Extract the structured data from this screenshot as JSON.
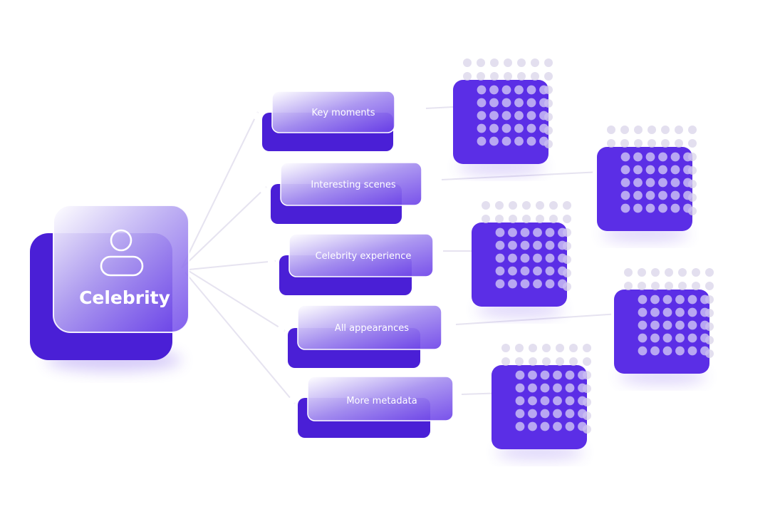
{
  "source": {
    "label": "Celebrity",
    "icon": "person-icon"
  },
  "outputs": [
    {
      "label": "Key moments"
    },
    {
      "label": "Interesting scenes"
    },
    {
      "label": "Celebrity experience"
    },
    {
      "label": "All appearances"
    },
    {
      "label": "More metadata"
    }
  ],
  "colors": {
    "primary": "#5b2ee6",
    "primary_dark": "#4a1fd6",
    "glass_top": "#a593ec",
    "dot_light": "#c9bcf3",
    "dot_faint": "#d9d4ea",
    "connector": "#e6e3f0",
    "arrow": "#ffffff"
  }
}
